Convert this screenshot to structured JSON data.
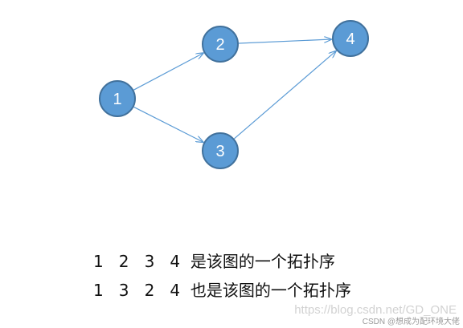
{
  "diagram": {
    "nodes": [
      {
        "id": "1",
        "label": "1"
      },
      {
        "id": "2",
        "label": "2"
      },
      {
        "id": "3",
        "label": "3"
      },
      {
        "id": "4",
        "label": "4"
      }
    ],
    "edges": [
      {
        "from": "1",
        "to": "2"
      },
      {
        "from": "1",
        "to": "3"
      },
      {
        "from": "2",
        "to": "4"
      },
      {
        "from": "3",
        "to": "4"
      }
    ],
    "colors": {
      "node_fill": "#5b9bd5",
      "node_stroke": "#41719c",
      "edge": "#5b9bd5",
      "node_text": "#ffffff"
    }
  },
  "captions": {
    "line1": "1   2   3   4  是该图的一个拓扑序",
    "line2": "1   3   2   4  也是该图的一个拓扑序"
  },
  "watermark": {
    "url": "https://blog.csdn.net/GD_ONE",
    "author": "CSDN @想成为配环境大佬"
  }
}
